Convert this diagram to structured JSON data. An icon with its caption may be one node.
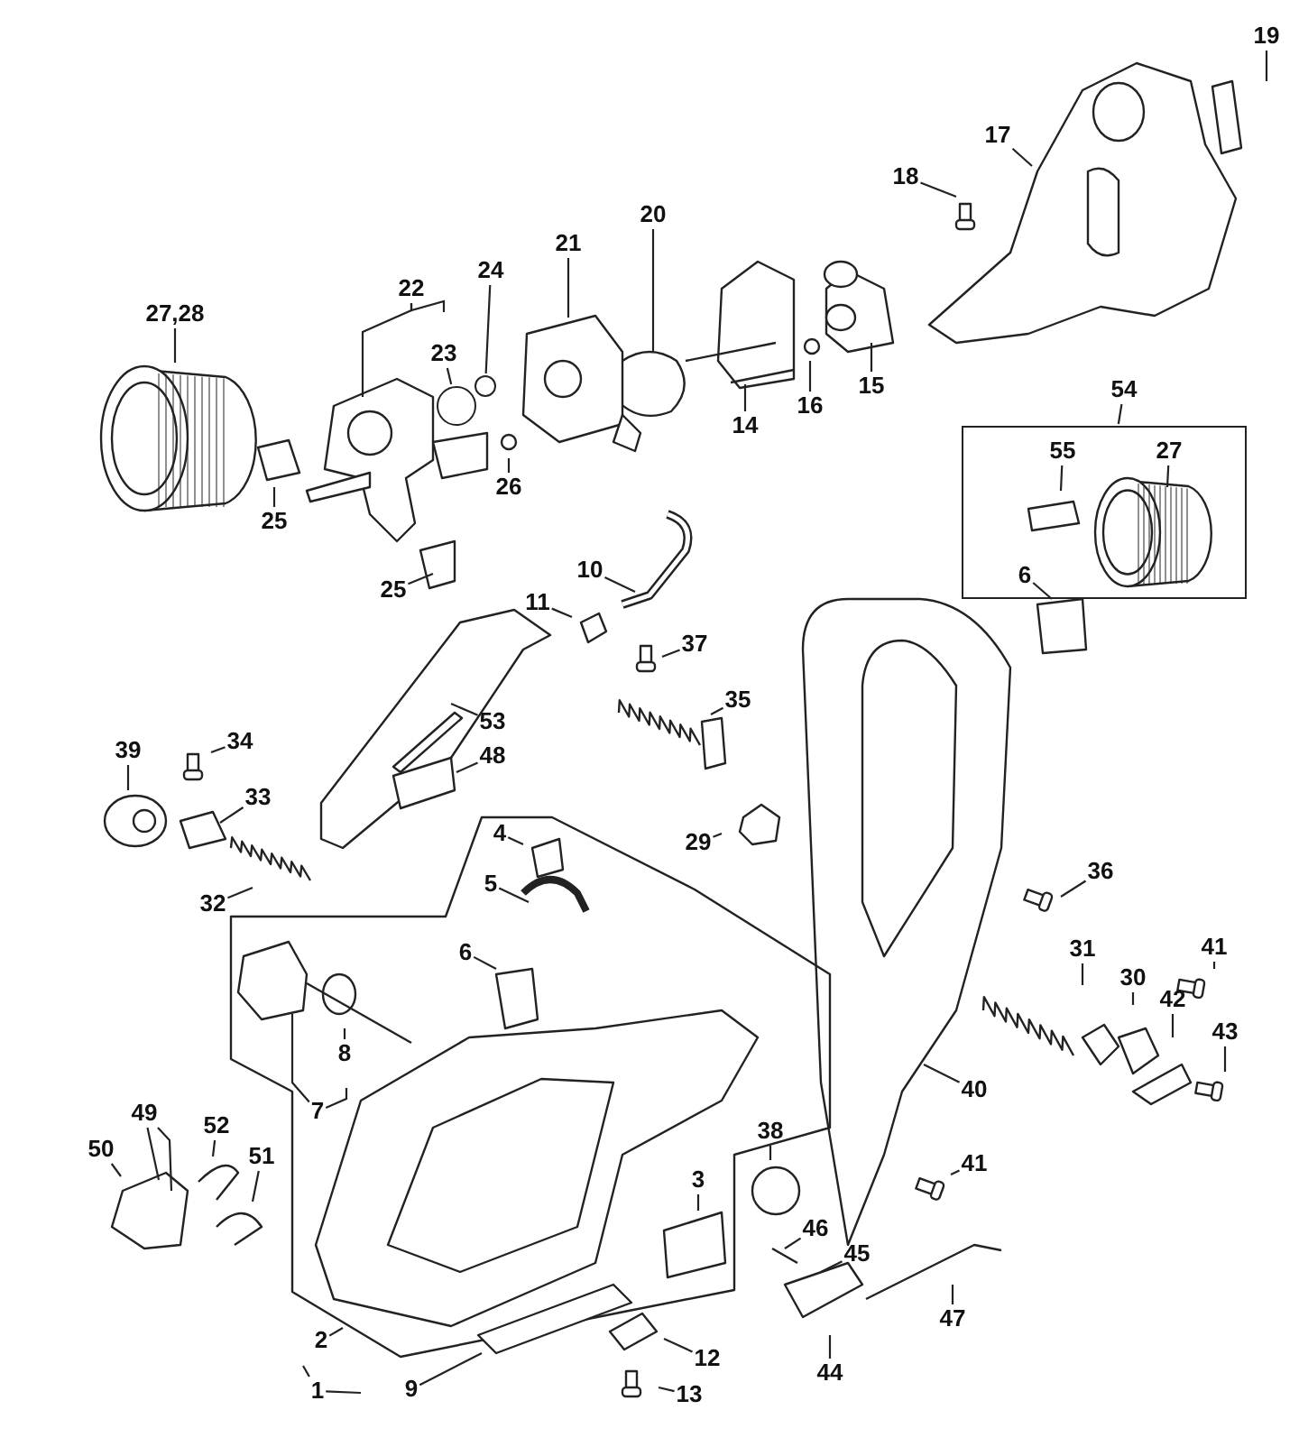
{
  "diagram": {
    "nodes": [
      {
        "text": [
          "19"
        ]
      },
      {
        "text": [
          "17"
        ]
      },
      {
        "text": [
          "18"
        ]
      },
      {
        "text": [
          "20"
        ]
      },
      {
        "text": [
          "21"
        ]
      },
      {
        "text": [
          "22"
        ]
      },
      {
        "text": [
          "24"
        ]
      },
      {
        "text": [
          "23"
        ]
      },
      {
        "text": [
          "27,28"
        ]
      },
      {
        "text": [
          "26"
        ]
      },
      {
        "text": [
          "14"
        ]
      },
      {
        "text": [
          "16"
        ]
      },
      {
        "text": [
          "15"
        ]
      },
      {
        "text": [
          "54"
        ]
      },
      {
        "text": [],
        "shape": "box"
      },
      {
        "text": [
          "55"
        ],
        "in": 14
      },
      {
        "text": [
          "27"
        ],
        "in": 14
      },
      {
        "text": [
          "6"
        ],
        "in": 14
      },
      {
        "text": [
          "25"
        ]
      },
      {
        "text": [
          "10"
        ]
      },
      {
        "text": [
          "25"
        ]
      },
      {
        "text": [
          "11"
        ]
      },
      {
        "text": [
          "37"
        ]
      },
      {
        "text": [
          "35"
        ]
      },
      {
        "text": [
          "53"
        ]
      },
      {
        "text": [
          "39"
        ]
      },
      {
        "text": [
          "34"
        ]
      },
      {
        "text": [
          "48"
        ]
      },
      {
        "text": [
          "33"
        ]
      },
      {
        "text": [
          "29"
        ]
      },
      {
        "text": [
          "4"
        ]
      },
      {
        "text": [
          "32"
        ]
      },
      {
        "text": [
          "5"
        ]
      },
      {
        "text": [
          "36"
        ]
      },
      {
        "text": [
          "6"
        ]
      },
      {
        "text": [
          "31"
        ]
      },
      {
        "text": [
          "41"
        ]
      },
      {
        "text": [
          "30"
        ]
      },
      {
        "text": [
          "42"
        ]
      },
      {
        "text": [
          "8"
        ]
      },
      {
        "text": [
          "43"
        ]
      },
      {
        "text": [
          "40"
        ]
      },
      {
        "text": [
          "7"
        ]
      },
      {
        "text": [
          "49"
        ]
      },
      {
        "text": [
          "52"
        ]
      },
      {
        "text": [
          "50"
        ]
      },
      {
        "text": [
          "51"
        ]
      },
      {
        "text": [
          "38"
        ]
      },
      {
        "text": [
          "41"
        ]
      },
      {
        "text": [
          "3"
        ]
      },
      {
        "text": [
          "46"
        ]
      },
      {
        "text": [
          "45"
        ]
      },
      {
        "text": [
          "2"
        ]
      },
      {
        "text": [
          "47"
        ]
      },
      {
        "text": [
          "12"
        ]
      },
      {
        "text": [
          "44"
        ]
      },
      {
        "text": [
          "9"
        ]
      },
      {
        "text": [
          "1"
        ]
      },
      {
        "text": [
          "13"
        ]
      },
      {
        "text": [],
        "shape": "circle"
      },
      {
        "text": [],
        "shape": "circle"
      }
    ],
    "edges": [
      {
        "from": 0,
        "to": null,
        "arrow": "none"
      },
      {
        "from": 1,
        "to": null,
        "arrow": "none"
      },
      {
        "from": 2,
        "to": null,
        "arrow": "none"
      },
      {
        "from": 3,
        "to": null,
        "arrow": "none"
      },
      {
        "from": 4,
        "to": null,
        "arrow": "none"
      },
      {
        "from": 5,
        "to": null,
        "arrow": "none"
      },
      {
        "from": 5,
        "to": null,
        "arrow": "none"
      },
      {
        "from": 6,
        "to": 59,
        "arrow": "none"
      },
      {
        "from": 7,
        "to": 60,
        "arrow": "none"
      },
      {
        "from": 8,
        "to": null,
        "arrow": "none"
      },
      {
        "from": 9,
        "to": null,
        "arrow": "none"
      },
      {
        "from": 10,
        "to": null,
        "arrow": "none"
      },
      {
        "from": 11,
        "to": null,
        "arrow": "none"
      },
      {
        "from": 12,
        "to": null,
        "arrow": "none"
      },
      {
        "from": 13,
        "to": 14,
        "arrow": "none"
      },
      {
        "from": 15,
        "to": null,
        "arrow": "none"
      },
      {
        "from": 16,
        "to": null,
        "arrow": "none"
      },
      {
        "from": 17,
        "to": null,
        "arrow": "none"
      },
      {
        "from": 18,
        "to": null,
        "arrow": "none"
      },
      {
        "from": 19,
        "to": null,
        "arrow": "none"
      },
      {
        "from": 20,
        "to": null,
        "arrow": "none"
      },
      {
        "from": 21,
        "to": null,
        "arrow": "none"
      },
      {
        "from": 22,
        "to": null,
        "arrow": "none"
      },
      {
        "from": 23,
        "to": null,
        "arrow": "none"
      },
      {
        "from": 24,
        "to": null,
        "arrow": "none"
      },
      {
        "from": 25,
        "to": null,
        "arrow": "none"
      },
      {
        "from": 26,
        "to": null,
        "arrow": "none"
      },
      {
        "from": 27,
        "to": null,
        "arrow": "none"
      },
      {
        "from": 28,
        "to": null,
        "arrow": "none"
      },
      {
        "from": 29,
        "to": null,
        "arrow": "none"
      },
      {
        "from": 30,
        "to": null,
        "arrow": "none"
      },
      {
        "from": 31,
        "to": null,
        "arrow": "none"
      },
      {
        "from": 32,
        "to": null,
        "arrow": "none"
      },
      {
        "from": 33,
        "to": null,
        "arrow": "none"
      },
      {
        "from": 34,
        "to": null,
        "arrow": "none"
      },
      {
        "from": 35,
        "to": null,
        "arrow": "none"
      },
      {
        "from": 36,
        "to": null,
        "arrow": "none"
      },
      {
        "from": 37,
        "to": null,
        "arrow": "none"
      },
      {
        "from": 38,
        "to": null,
        "arrow": "none"
      },
      {
        "from": 39,
        "to": null,
        "arrow": "none"
      },
      {
        "from": 40,
        "to": null,
        "arrow": "none"
      },
      {
        "from": 41,
        "to": null,
        "arrow": "none"
      },
      {
        "from": 42,
        "to": null,
        "arrow": "none"
      },
      {
        "from": 42,
        "to": null,
        "arrow": "none"
      },
      {
        "from": 43,
        "to": null,
        "arrow": "none"
      },
      {
        "from": 43,
        "to": null,
        "arrow": "none"
      },
      {
        "from": 44,
        "to": null,
        "arrow": "none"
      },
      {
        "from": 45,
        "to": null,
        "arrow": "none"
      },
      {
        "from": 46,
        "to": null,
        "arrow": "none"
      },
      {
        "from": 47,
        "to": null,
        "arrow": "none"
      },
      {
        "from": 48,
        "to": null,
        "arrow": "none"
      },
      {
        "from": 49,
        "to": null,
        "arrow": "none"
      },
      {
        "from": 50,
        "to": null,
        "arrow": "none"
      },
      {
        "from": 51,
        "to": null,
        "arrow": "none"
      },
      {
        "from": 52,
        "to": null,
        "arrow": "none"
      },
      {
        "from": 53,
        "to": null,
        "arrow": "none"
      },
      {
        "from": 54,
        "to": null,
        "arrow": "none"
      },
      {
        "from": 55,
        "to": null,
        "arrow": "none"
      },
      {
        "from": 56,
        "to": null,
        "arrow": "none"
      },
      {
        "from": 57,
        "to": null,
        "arrow": "none"
      },
      {
        "from": 57,
        "to": null,
        "arrow": "none"
      },
      {
        "from": 58,
        "to": null,
        "arrow": "none"
      }
    ]
  }
}
